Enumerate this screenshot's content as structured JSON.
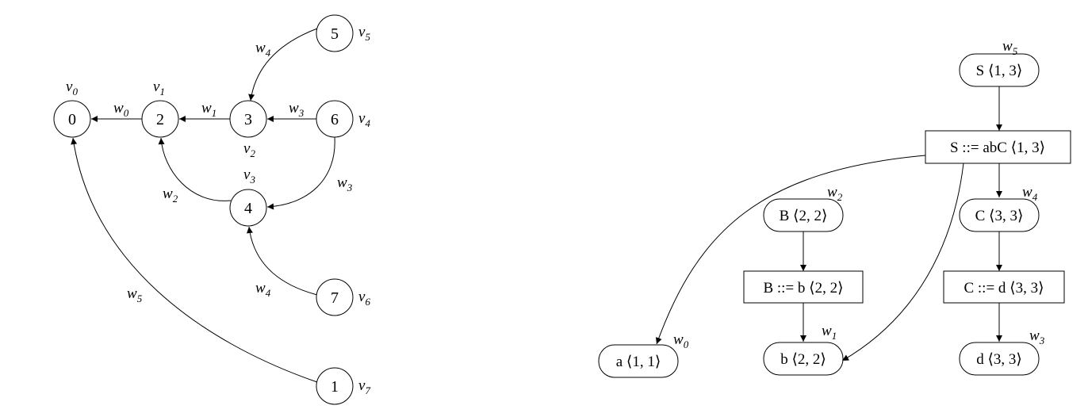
{
  "left_graph": {
    "nodes": [
      "0",
      "2",
      "3",
      "6",
      "5",
      "4",
      "7",
      "1"
    ],
    "vertex_labels": {
      "v0": [
        "v",
        "0"
      ],
      "v1": [
        "v",
        "1"
      ],
      "v2": [
        "v",
        "2"
      ],
      "v3": [
        "v",
        "3"
      ],
      "v4": [
        "v",
        "4"
      ],
      "v5": [
        "v",
        "5"
      ],
      "v6": [
        "v",
        "6"
      ],
      "v7": [
        "v",
        "7"
      ]
    },
    "edge_labels": {
      "e20": [
        "w",
        "0"
      ],
      "e32": [
        "w",
        "1"
      ],
      "e63": [
        "w",
        "3"
      ],
      "e53": [
        "w",
        "4"
      ],
      "e64": [
        "w",
        "3"
      ],
      "e42": [
        "w",
        "2"
      ],
      "e74": [
        "w",
        "4"
      ],
      "e10": [
        "w",
        "5"
      ]
    }
  },
  "right_graph": {
    "nodes": {
      "S": "S ⟨1, 3⟩",
      "Srule": "S ::= abC ⟨1, 3⟩",
      "B": "B ⟨2, 2⟩",
      "C": "C ⟨3, 3⟩",
      "Brule": "B ::= b ⟨2, 2⟩",
      "Crule": "C ::= d ⟨3, 3⟩",
      "a": "a ⟨1, 1⟩",
      "b": "b ⟨2, 2⟩",
      "d": "d ⟨3, 3⟩"
    },
    "weights": {
      "S": [
        "w",
        "5"
      ],
      "B": [
        "w",
        "2"
      ],
      "C": [
        "w",
        "4"
      ],
      "a": [
        "w",
        "0"
      ],
      "b": [
        "w",
        "1"
      ],
      "d": [
        "w",
        "3"
      ]
    }
  }
}
